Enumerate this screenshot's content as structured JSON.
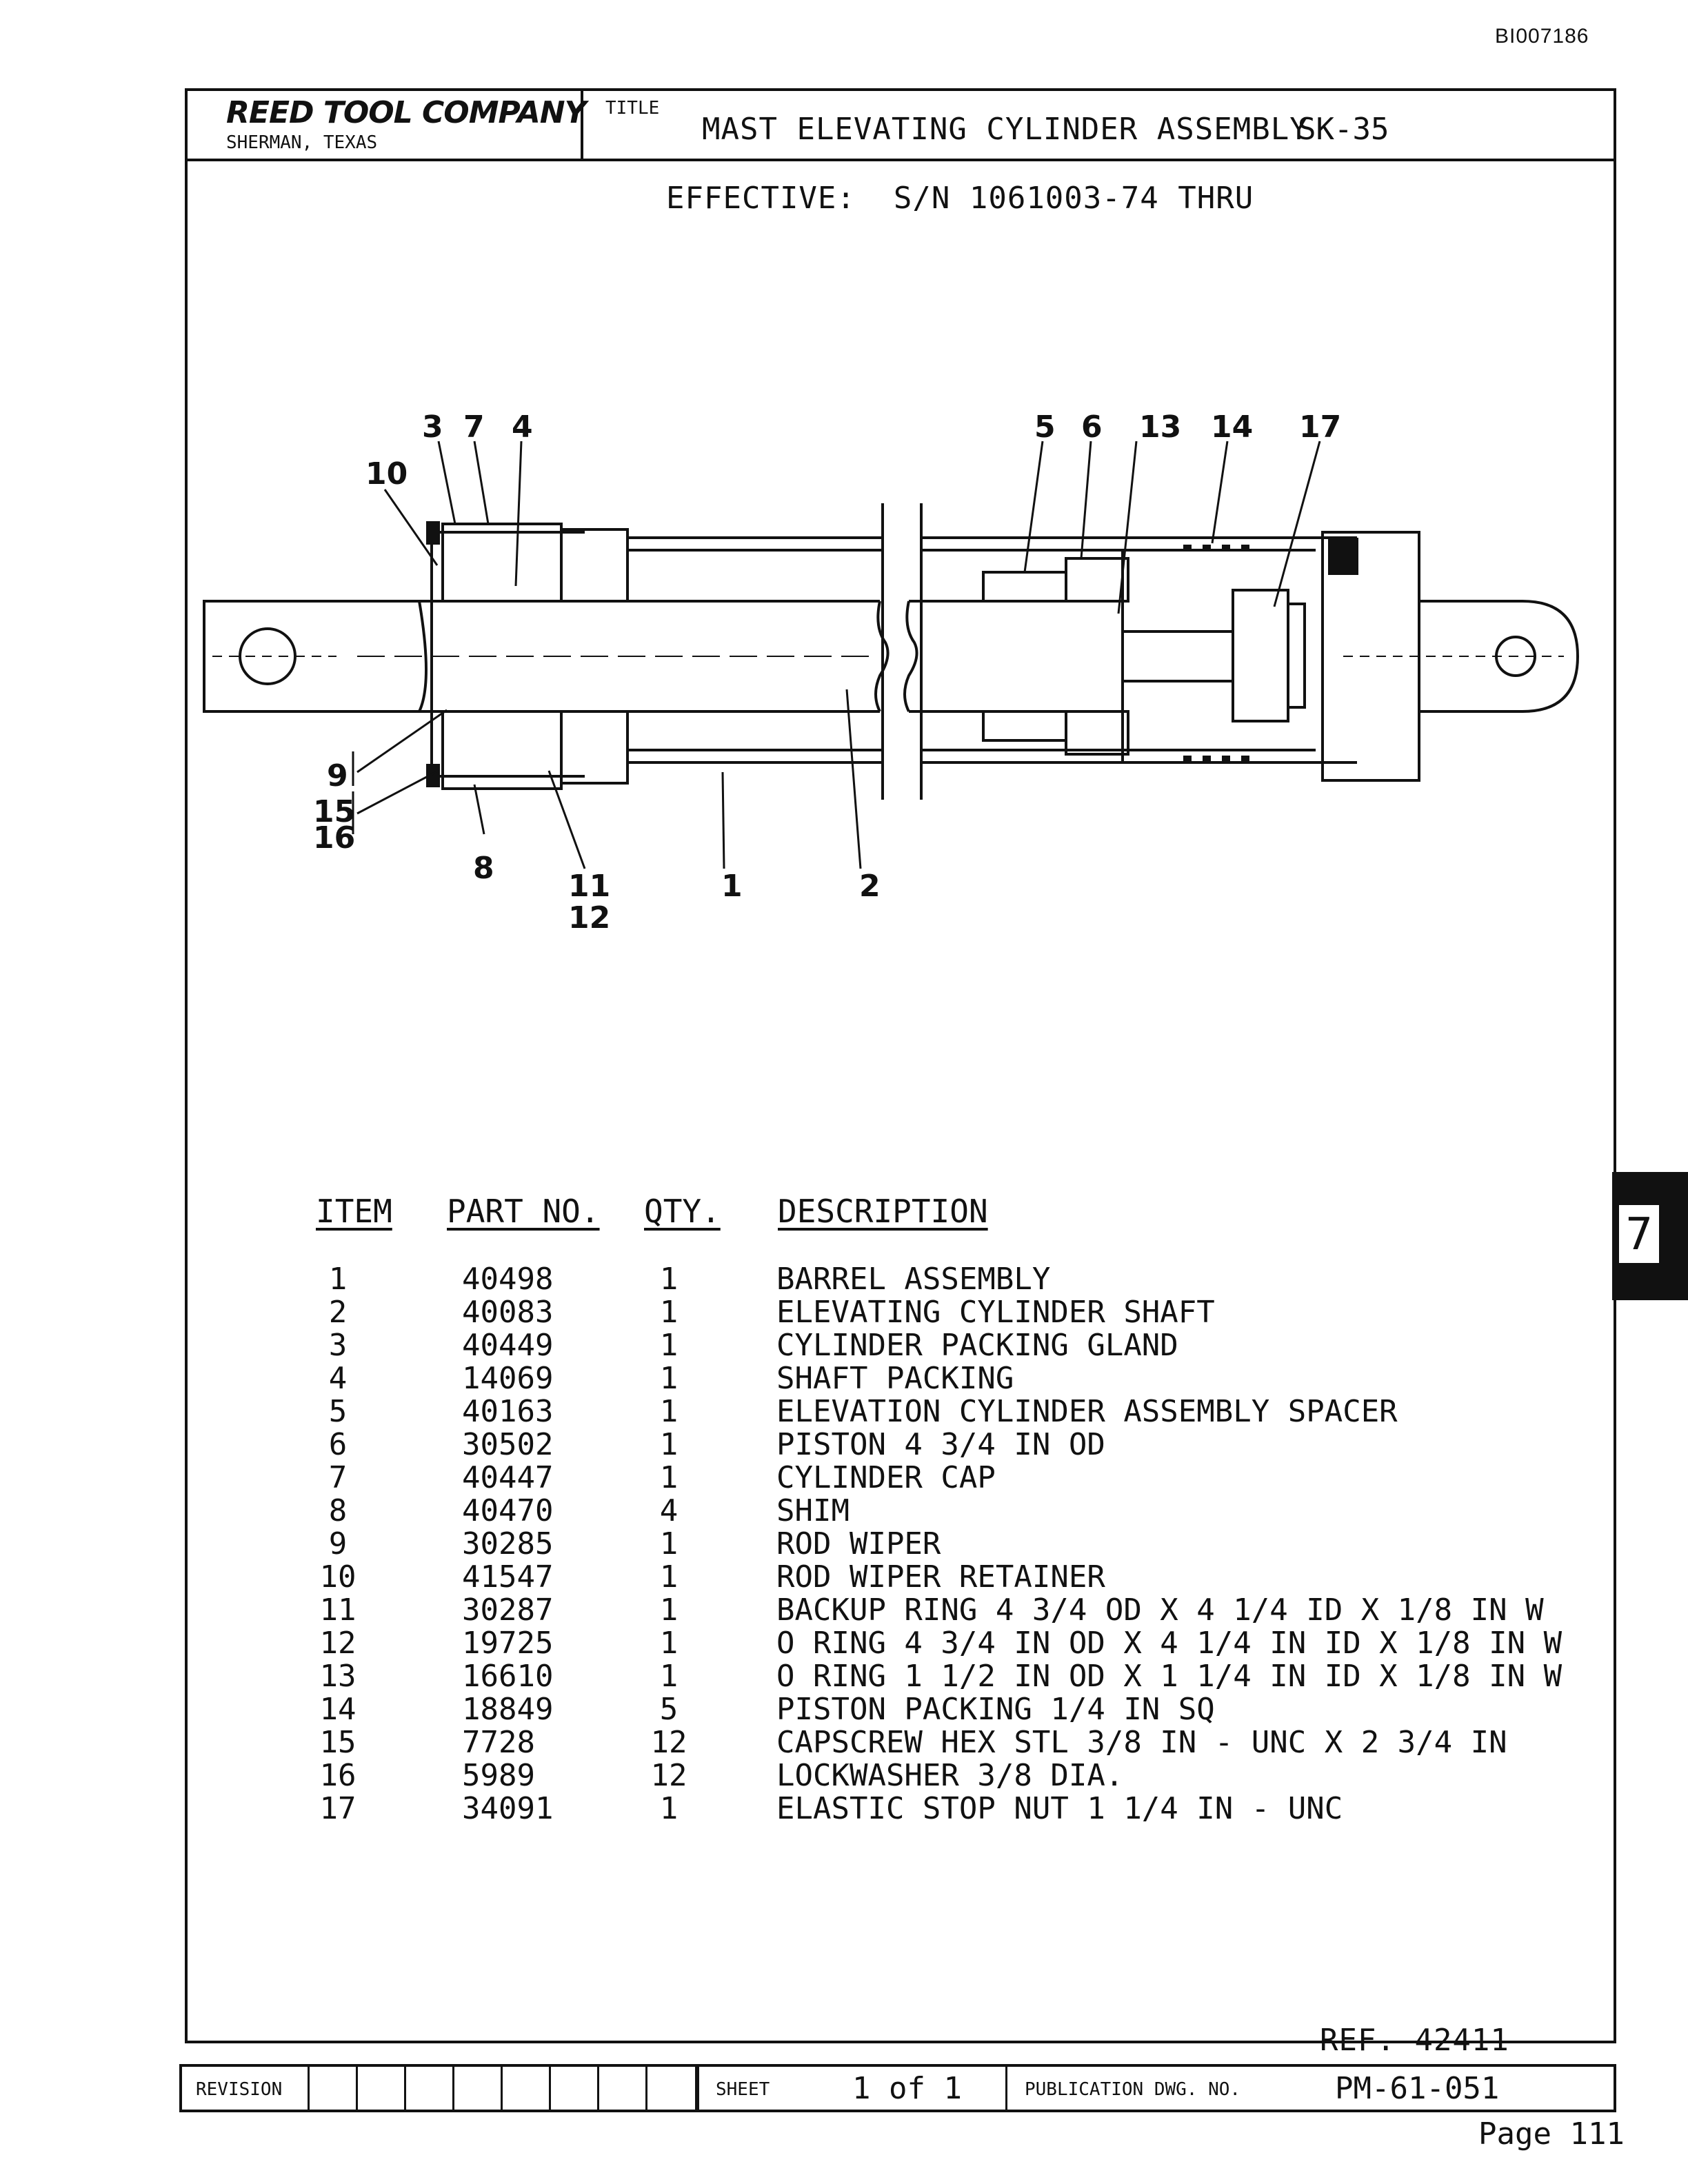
{
  "doc_id": "BI007186",
  "header": {
    "company": "REED TOOL COMPANY",
    "city": "SHERMAN, TEXAS",
    "title_label": "TITLE",
    "title": "MAST ELEVATING CYLINDER ASSEMBLY",
    "sheet_code": "SK-35"
  },
  "effective": "EFFECTIVE:  S/N 1061003-74 THRU",
  "drawing": {
    "callouts": [
      "3",
      "7",
      "4",
      "10",
      "5",
      "6",
      "13",
      "14",
      "17",
      "9",
      "15",
      "16",
      "8",
      "11",
      "12",
      "1",
      "2"
    ]
  },
  "parts_table": {
    "headers": {
      "item": "ITEM",
      "part_no": "PART NO.",
      "qty": "QTY.",
      "description": "DESCRIPTION"
    },
    "rows": [
      {
        "item": "1",
        "part_no": "40498",
        "qty": "1",
        "description": "BARREL ASSEMBLY"
      },
      {
        "item": "2",
        "part_no": "40083",
        "qty": "1",
        "description": "ELEVATING CYLINDER SHAFT"
      },
      {
        "item": "3",
        "part_no": "40449",
        "qty": "1",
        "description": "CYLINDER PACKING GLAND"
      },
      {
        "item": "4",
        "part_no": "14069",
        "qty": "1",
        "description": "SHAFT PACKING"
      },
      {
        "item": "5",
        "part_no": "40163",
        "qty": "1",
        "description": "ELEVATION CYLINDER ASSEMBLY SPACER"
      },
      {
        "item": "6",
        "part_no": "30502",
        "qty": "1",
        "description": "PISTON 4 3/4 IN OD"
      },
      {
        "item": "7",
        "part_no": "40447",
        "qty": "1",
        "description": "CYLINDER CAP"
      },
      {
        "item": "8",
        "part_no": "40470",
        "qty": "4",
        "description": "SHIM"
      },
      {
        "item": "9",
        "part_no": "30285",
        "qty": "1",
        "description": "ROD WIPER"
      },
      {
        "item": "10",
        "part_no": "41547",
        "qty": "1",
        "description": "ROD WIPER RETAINER"
      },
      {
        "item": "11",
        "part_no": "30287",
        "qty": "1",
        "description": "BACKUP RING 4 3/4 OD X 4 1/4 ID X 1/8 IN W"
      },
      {
        "item": "12",
        "part_no": "19725",
        "qty": "1",
        "description": "O RING 4 3/4 IN OD X 4 1/4 IN ID X 1/8 IN W"
      },
      {
        "item": "13",
        "part_no": "16610",
        "qty": "1",
        "description": "O RING 1 1/2 IN OD X 1 1/4 IN ID X 1/8 IN W"
      },
      {
        "item": "14",
        "part_no": "18849",
        "qty": "5",
        "description": "PISTON PACKING 1/4 IN SQ"
      },
      {
        "item": "15",
        "part_no": "7728",
        "qty": "12",
        "description": "CAPSCREW HEX STL 3/8 IN - UNC X 2 3/4 IN"
      },
      {
        "item": "16",
        "part_no": "5989",
        "qty": "12",
        "description": "LOCKWASHER 3/8 DIA."
      },
      {
        "item": "17",
        "part_no": "34091",
        "qty": "1",
        "description": "ELASTIC STOP NUT 1 1/4 IN - UNC"
      }
    ]
  },
  "ref": "REF. 42411",
  "footer": {
    "revision_label": "REVISION",
    "sheet_label": "SHEET",
    "sheet_value": "1 of 1",
    "pub_label": "PUBLICATION DWG. NO.",
    "pub_value": "PM-61-051"
  },
  "page_label": "Page 111",
  "section_tab": "7"
}
